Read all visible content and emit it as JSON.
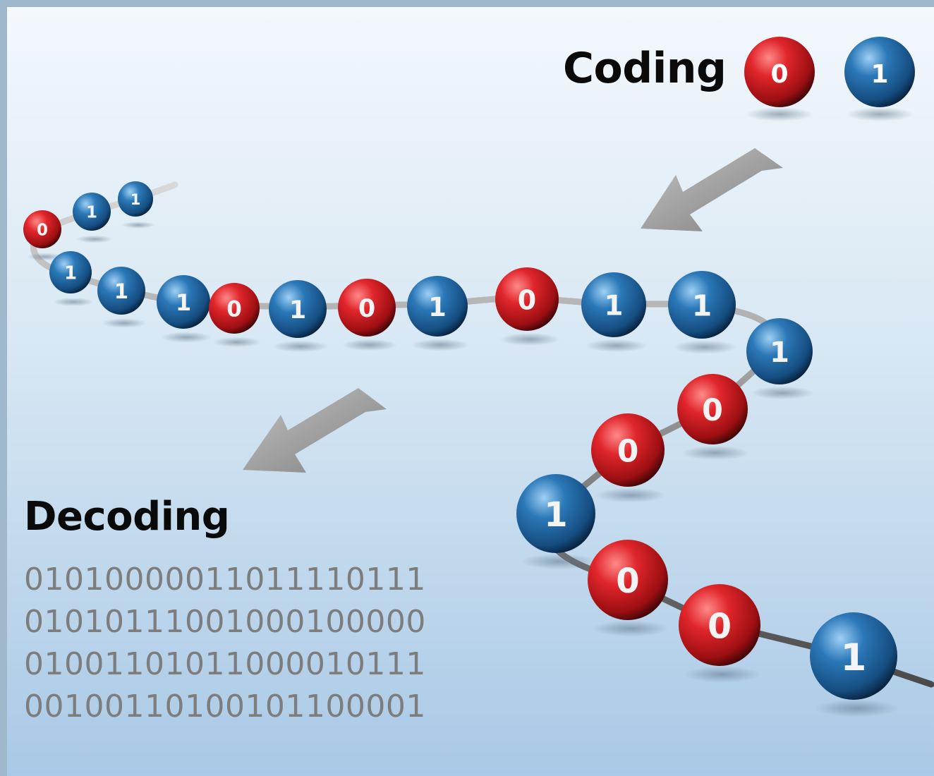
{
  "coding": {
    "title": "Coding",
    "legend": [
      {
        "digit": "0",
        "color": "#d21a1f"
      },
      {
        "digit": "1",
        "color": "#1e6aa8"
      }
    ]
  },
  "decoding": {
    "title": "Decoding",
    "lines": [
      "01010000011011110111",
      "01010111001000100000",
      "01001101011000010111",
      "00100110100101100001"
    ]
  },
  "chain": {
    "beads": [
      "1",
      "1",
      "0",
      "1",
      "1",
      "1",
      "0",
      "1",
      "0",
      "1",
      "0",
      "1",
      "1",
      "1",
      "0",
      "0",
      "1",
      "0",
      "0",
      "1"
    ]
  },
  "colors": {
    "zero": "#d21a1f",
    "one": "#1e6aa8",
    "arrow": "#9a9a9a",
    "wire": "#8a8a8a"
  }
}
